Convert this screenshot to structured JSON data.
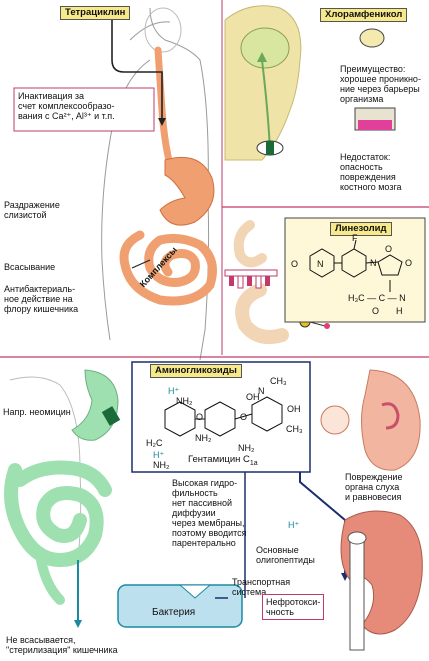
{
  "top_left": {
    "title": "Тетрациклин",
    "inactivation": "Инактивация за\nсчет комплексообразо-\nвания с Ca²⁺, Al³⁺ и т.п.",
    "irritation": "Раздражение\nслизистой",
    "absorption": "Всасывание",
    "antibacterial": "Антибактериаль-\nное действие на\nфлору кишечника",
    "complexes": "Комплексы"
  },
  "top_right": {
    "title": "Хлорамфеникол",
    "advantage": "Преимущество:\nхорошее проникно-\nние через барьеры\nорганизма",
    "drawback": "Недостаток:\nопасность повреждения\nкостного мозга"
  },
  "linezolid": {
    "title": "Линезолид",
    "atom_f": "F",
    "atom_n1": "N",
    "atom_n2": "N",
    "atom_o1": "O",
    "atom_o2": "O",
    "atom_o3": "O",
    "group": "H₃C — C — N",
    "group_o": "O",
    "group_h": "H"
  },
  "bottom": {
    "aminoglycosides": "Аминогликозиды",
    "gentamicin": "Гентамицин C",
    "gentamicin_sub": "1a",
    "neomycin": "Напр. неомицин",
    "hydrophilic": "Высокая гидро-\nфильность\nнет пассивной\nдиффузии\nчерез мембраны,\nпоэтому вводится\nпарентерально",
    "transport": "Транспортная\nсистема",
    "bacteria": "Бактерия",
    "not_absorbed": "Не всасывается,\n\"стерилизация\" кишечника",
    "hearing": "Повреждение\nоргана слуха\nи равновесия",
    "oligopeptides": "Основные\nолигопептиды",
    "nephrotox": "Нефротокси-\nчность"
  },
  "molecule_labels": {
    "h_plus": "H⁺",
    "nh2": "NH₂",
    "oh": "OH",
    "o": "O",
    "h2c": "H₂C",
    "nh": "N",
    "ch3": "CH₃"
  },
  "colors": {
    "stomach": "#f0a070",
    "body_outline": "#9a9a9a",
    "pink_frame": "#c23a6a",
    "navy": "#1b2f6e",
    "teal": "#1a8aa0",
    "green_chloramphenicol": "#6aa85a",
    "skin_yellow": "#efe3a8",
    "intestine_green": "#9fe0b0",
    "ear": "#f2b5a0",
    "kidney": "#e68a7a"
  }
}
